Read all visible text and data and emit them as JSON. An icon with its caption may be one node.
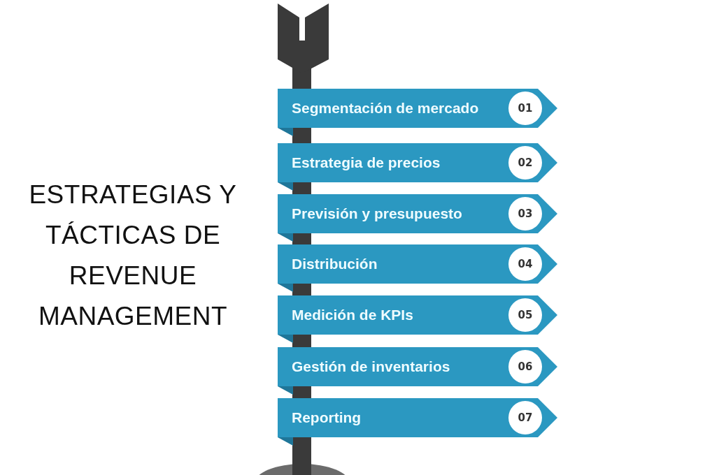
{
  "diagram": {
    "title": "ESTRATEGIAS Y TÁCTICAS DE REVENUE MANAGEMENT",
    "nodes": [
      {
        "text": [
          "Segmentación de mercado"
        ]
      },
      {
        "text": [
          "01"
        ],
        "in": 0
      },
      {
        "text": [
          "Estrategia de precios"
        ]
      },
      {
        "text": [
          "02"
        ],
        "in": 2
      },
      {
        "text": [
          "Previsión y presupuesto"
        ]
      },
      {
        "text": [
          "03"
        ],
        "in": 4
      },
      {
        "text": [
          "Distribución"
        ]
      },
      {
        "text": [
          "04"
        ],
        "in": 6
      },
      {
        "text": [
          "Medición de KPIs"
        ]
      },
      {
        "text": [
          "05"
        ],
        "in": 8
      },
      {
        "text": [
          "Gestión de inventarios"
        ]
      },
      {
        "text": [
          "06"
        ],
        "in": 10
      },
      {
        "text": [
          "Reporting"
        ]
      },
      {
        "text": [
          "07"
        ],
        "in": 12
      }
    ]
  }
}
